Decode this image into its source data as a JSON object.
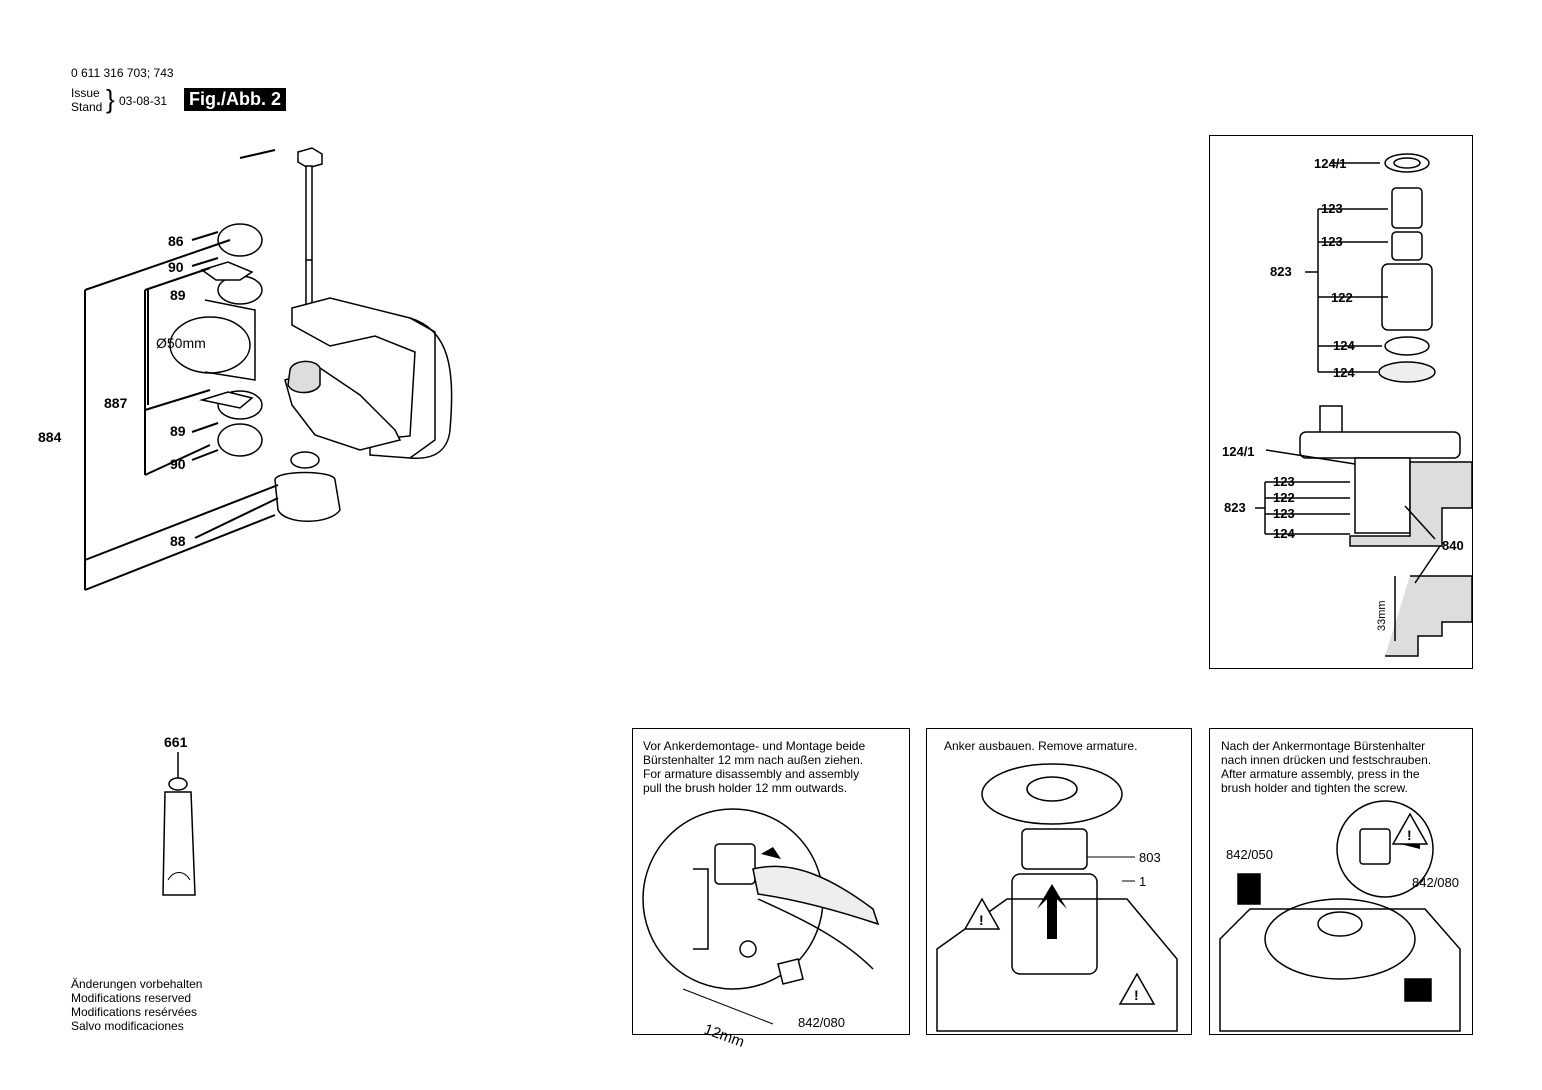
{
  "header": {
    "part_number": "0 611 316 703; 743",
    "issue_label": "Issue",
    "stand_label": "Stand",
    "date": "03-08-31",
    "figure": "Fig./Abb. 2"
  },
  "main_diagram": {
    "labels": [
      "86",
      "90",
      "89",
      "Ø50mm",
      "887",
      "884",
      "89",
      "90",
      "88"
    ]
  },
  "grease_tube": {
    "label": "661"
  },
  "modifications": [
    "Änderungen vorbehalten",
    "Modifications reserved",
    "Modifications resérvées",
    "Salvo modificaciones"
  ],
  "detail_box": {
    "top_labels": [
      "124/1",
      "123",
      "123",
      "823",
      "122",
      "124",
      "124"
    ],
    "bottom_labels": [
      "124/1",
      "123",
      "122",
      "123",
      "124",
      "823",
      "840",
      "33mm"
    ]
  },
  "panel1": {
    "text": [
      "Vor Ankerdemontage- und Montage beide",
      "Bürstenhalter 12 mm nach außen ziehen.",
      "For armature disassembly and assembly",
      "pull the brush holder 12 mm outwards."
    ],
    "labels": [
      "842/080",
      "12mm"
    ]
  },
  "panel2": {
    "text": [
      "Anker ausbauen. Remove armature."
    ],
    "labels": [
      "803",
      "1"
    ]
  },
  "panel3": {
    "text": [
      "Nach der Ankermontage Bürstenhalter",
      "nach innen drücken und festschrauben.",
      "After armature assembly, press in the",
      "brush holder and tighten the screw."
    ],
    "labels": [
      "842/050",
      "842/080"
    ]
  }
}
